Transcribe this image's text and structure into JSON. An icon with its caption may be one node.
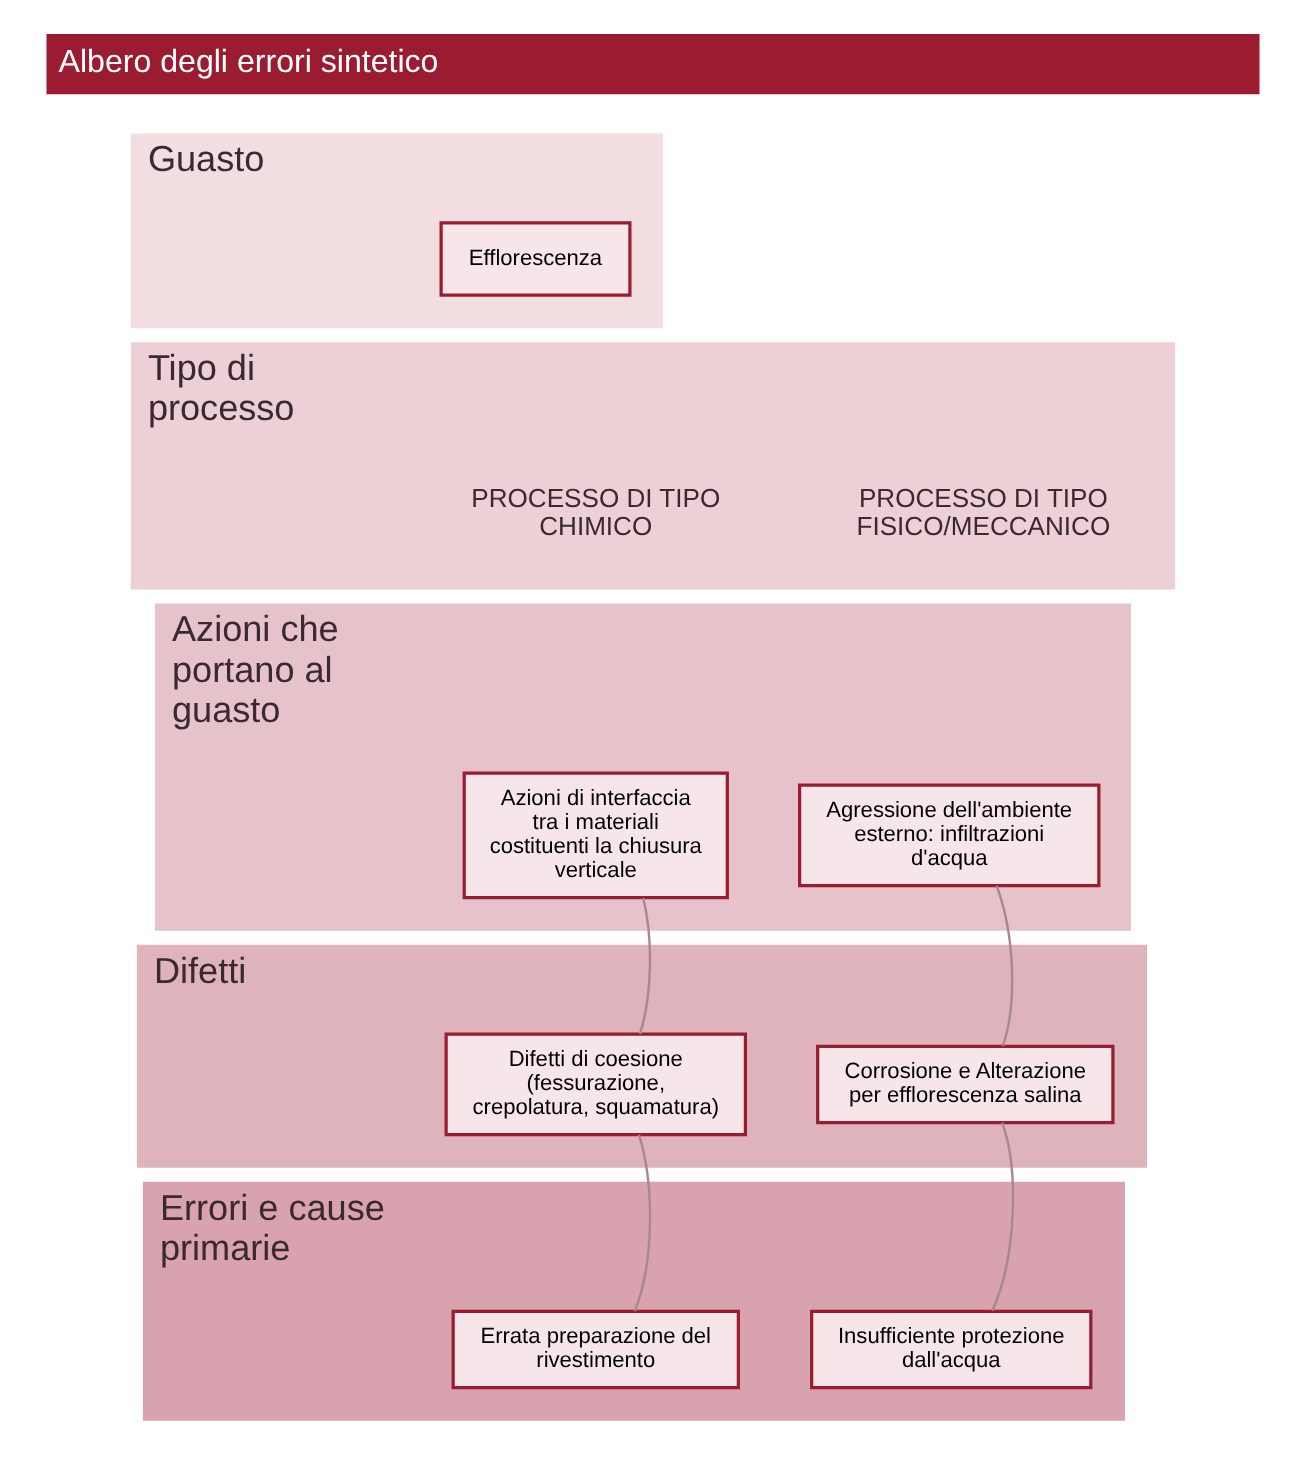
{
  "diagram": {
    "title": "Albero degli errori sintetico",
    "nodes": [
      {
        "text": [
          "Guasto"
        ]
      },
      {
        "text": [
          "Efflorescenza"
        ],
        "in": 0
      },
      {
        "text": [
          "Tipo di processo"
        ]
      },
      {
        "text": [
          "Azioni che portano al guasto"
        ]
      },
      {
        "text": [
          "Azioni di interfaccia tra i materiali costituenti la chiusura verticale"
        ],
        "in": 3
      },
      {
        "text": [
          "Agressione dell'ambiente esterno: infiltrazioni d'acqua"
        ],
        "in": 3
      },
      {
        "text": [
          "Difetti"
        ]
      },
      {
        "text": [
          "Difetti di coesione (fessurazione, crepolatura, squamatura)"
        ],
        "in": 6
      },
      {
        "text": [
          "Corrosione e Alterazione per efflorescenza salina"
        ],
        "in": 6
      },
      {
        "text": [
          "Errori e cause primarie"
        ]
      },
      {
        "text": [
          "Errata preparazione del rivestimento"
        ],
        "in": 9
      },
      {
        "text": [
          "Insufficiente protezione dall'acqua"
        ],
        "in": 9
      }
    ],
    "edges": [
      {
        "from": 4,
        "to": 7,
        "arrow": "none"
      },
      {
        "from": 7,
        "to": 10,
        "arrow": "none"
      },
      {
        "from": 5,
        "to": 8,
        "arrow": "none"
      },
      {
        "from": 8,
        "to": 11,
        "arrow": "none"
      }
    ],
    "labels": [
      "PROCESSO DI TIPO CHIMICO",
      "PROCESSO DI TIPO FISICO/MECCANICO"
    ]
  }
}
